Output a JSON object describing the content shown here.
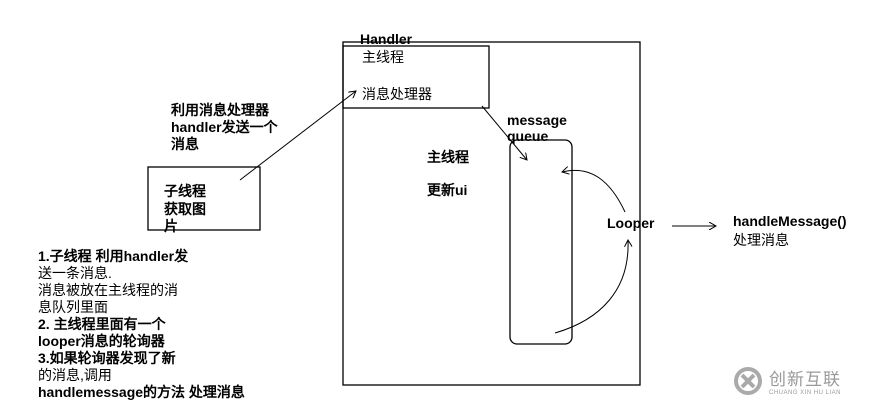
{
  "handler_box": {
    "title": "Handler",
    "line1": "主线程",
    "line2": "消息处理器"
  },
  "send_label": [
    "利用消息处理器",
    "handler发送一个",
    "消息"
  ],
  "child_box": [
    "子线程",
    "获取图",
    "片"
  ],
  "main_thread": {
    "line1": "主线程",
    "line2": "更新ui"
  },
  "queue_label": [
    "message",
    "queue"
  ],
  "looper": "Looper",
  "handle": {
    "line1": "handleMessage()",
    "line2": "处理消息"
  },
  "notes": [
    "1.子线程 利用handler发",
    "送一条消息.",
    "消息被放在主线程的消",
    "息队列里面",
    "2. 主线程里面有一个",
    "looper消息的轮询器",
    "3.如果轮询器发现了新",
    "的消息,调用",
    "handlemessage的方法 处理消息"
  ],
  "watermark": {
    "name": "创新互联",
    "pinyin": "CHUANG XIN HU LIAN"
  }
}
